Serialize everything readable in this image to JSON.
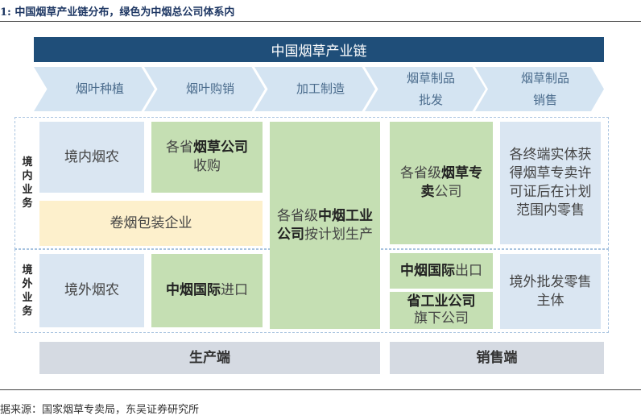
{
  "caption": "1:  中国烟草产业链分布，绿色为中烟总公司体系内",
  "title": "中国烟草产业链",
  "stages": [
    "烟叶种植",
    "烟叶购销",
    "加工制造",
    "烟草制品\n批发",
    "烟草制品\n销售"
  ],
  "side_labels": {
    "domestic": "境\n内\n业\n务",
    "overseas": "境\n外\n业\n务"
  },
  "boxes": {
    "domestic_farmers": "境内烟农",
    "provincial_purchase_a": "各省",
    "provincial_purchase_b": "烟草公司",
    "provincial_purchase_c": "收购",
    "packaging": "卷烟包装企业",
    "manufacturing_a": "各省级",
    "manufacturing_b": "中烟工业公司",
    "manufacturing_c": "按计划生产",
    "wholesale_a": "各省级",
    "wholesale_b": "烟草专卖",
    "wholesale_c": "公司",
    "retail": "各终端实体获得烟草专卖许可证后在计划范围内零售",
    "overseas_farmers": "境外烟农",
    "import_a": "中烟国际",
    "import_b": "进口",
    "export_a": "中烟国际",
    "export_b": "出口",
    "subsidiary_a": "省工业公司",
    "subsidiary_b": "旗下公司",
    "overseas_wholesale": "境外批发零售主体"
  },
  "bottom_labels": {
    "production": "生产端",
    "sales": "销售端"
  },
  "source": "据来源：国家烟草专卖局，东吴证券研究所",
  "colors": {
    "title_bar": "#1f4e79",
    "chevron": "#d4e4f2",
    "blue_box": "#dae6f2",
    "green_box": "#c5dfb3",
    "yellow_box": "#fdf0cc",
    "gray_box": "#d5dae2"
  }
}
